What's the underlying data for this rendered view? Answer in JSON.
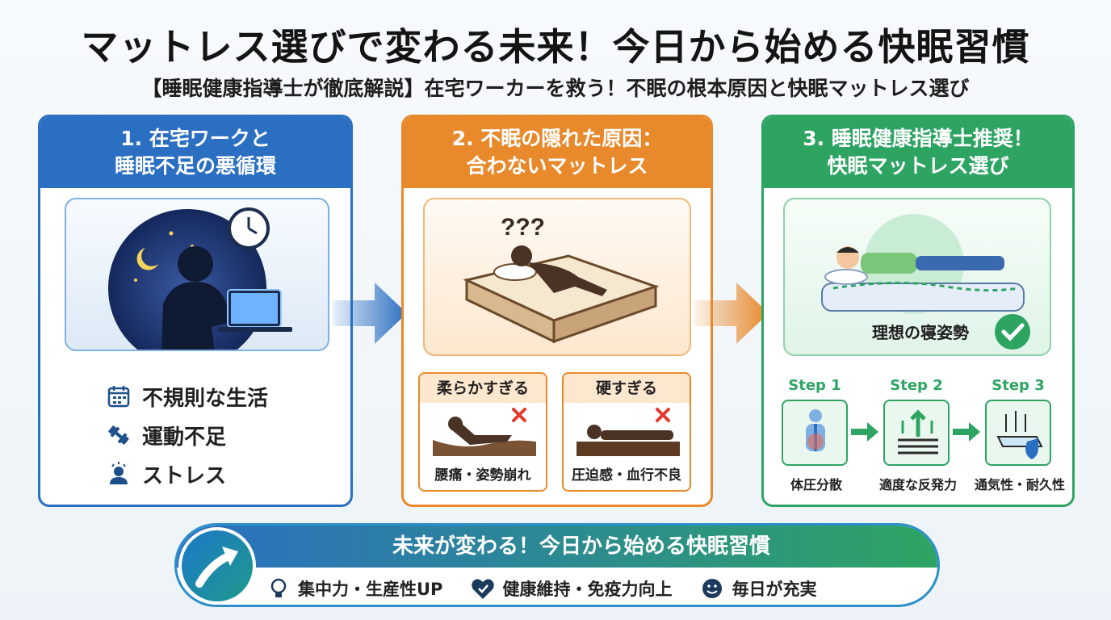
{
  "header": {
    "title": "マットレス選びで変わる未来！今日から始める快眠習慣",
    "subtitle": "【睡眠健康指導士が徹底解説】在宅ワーカーを救う！不眠の根本原因と快眠マットレス選び"
  },
  "panel1": {
    "title_line1": "1. 在宅ワークと",
    "title_line2": "睡眠不足の悪循環",
    "items": [
      {
        "icon": "calendar-icon",
        "label": "不規則な生活"
      },
      {
        "icon": "dumbbell-icon",
        "label": "運動不足"
      },
      {
        "icon": "stress-icon",
        "label": "ストレス"
      }
    ]
  },
  "panel2": {
    "title_line1": "2. 不眠の隠れた原因：",
    "title_line2": "合わないマットレス",
    "question_marks": "???",
    "soft": {
      "title": "柔らかすぎる",
      "caption": "腰痛・姿勢崩れ"
    },
    "hard": {
      "title": "硬すぎる",
      "caption": "圧迫感・血行不良"
    }
  },
  "panel3": {
    "title_line1": "3. 睡眠健康指導士推奨！",
    "title_line2": "快眠マットレス選び",
    "ideal_label": "理想の寝姿勢",
    "steps": [
      {
        "label": "Step 1",
        "caption": "体圧分散"
      },
      {
        "label": "Step 2",
        "caption": "適度な反発力"
      },
      {
        "label": "Step 3",
        "caption": "通気性・耐久性"
      }
    ]
  },
  "footer": {
    "title": "未来が変わる！今日から始める快眠習慣",
    "benefits": [
      {
        "icon": "lightbulb-icon",
        "label": "集中力・生産性UP"
      },
      {
        "icon": "heart-shield-icon",
        "label": "健康維持・免疫力向上"
      },
      {
        "icon": "smile-icon",
        "label": "毎日が充実"
      }
    ]
  },
  "colors": {
    "blue": "#2b6fc2",
    "orange": "#e8892b",
    "green": "#2ea463"
  }
}
